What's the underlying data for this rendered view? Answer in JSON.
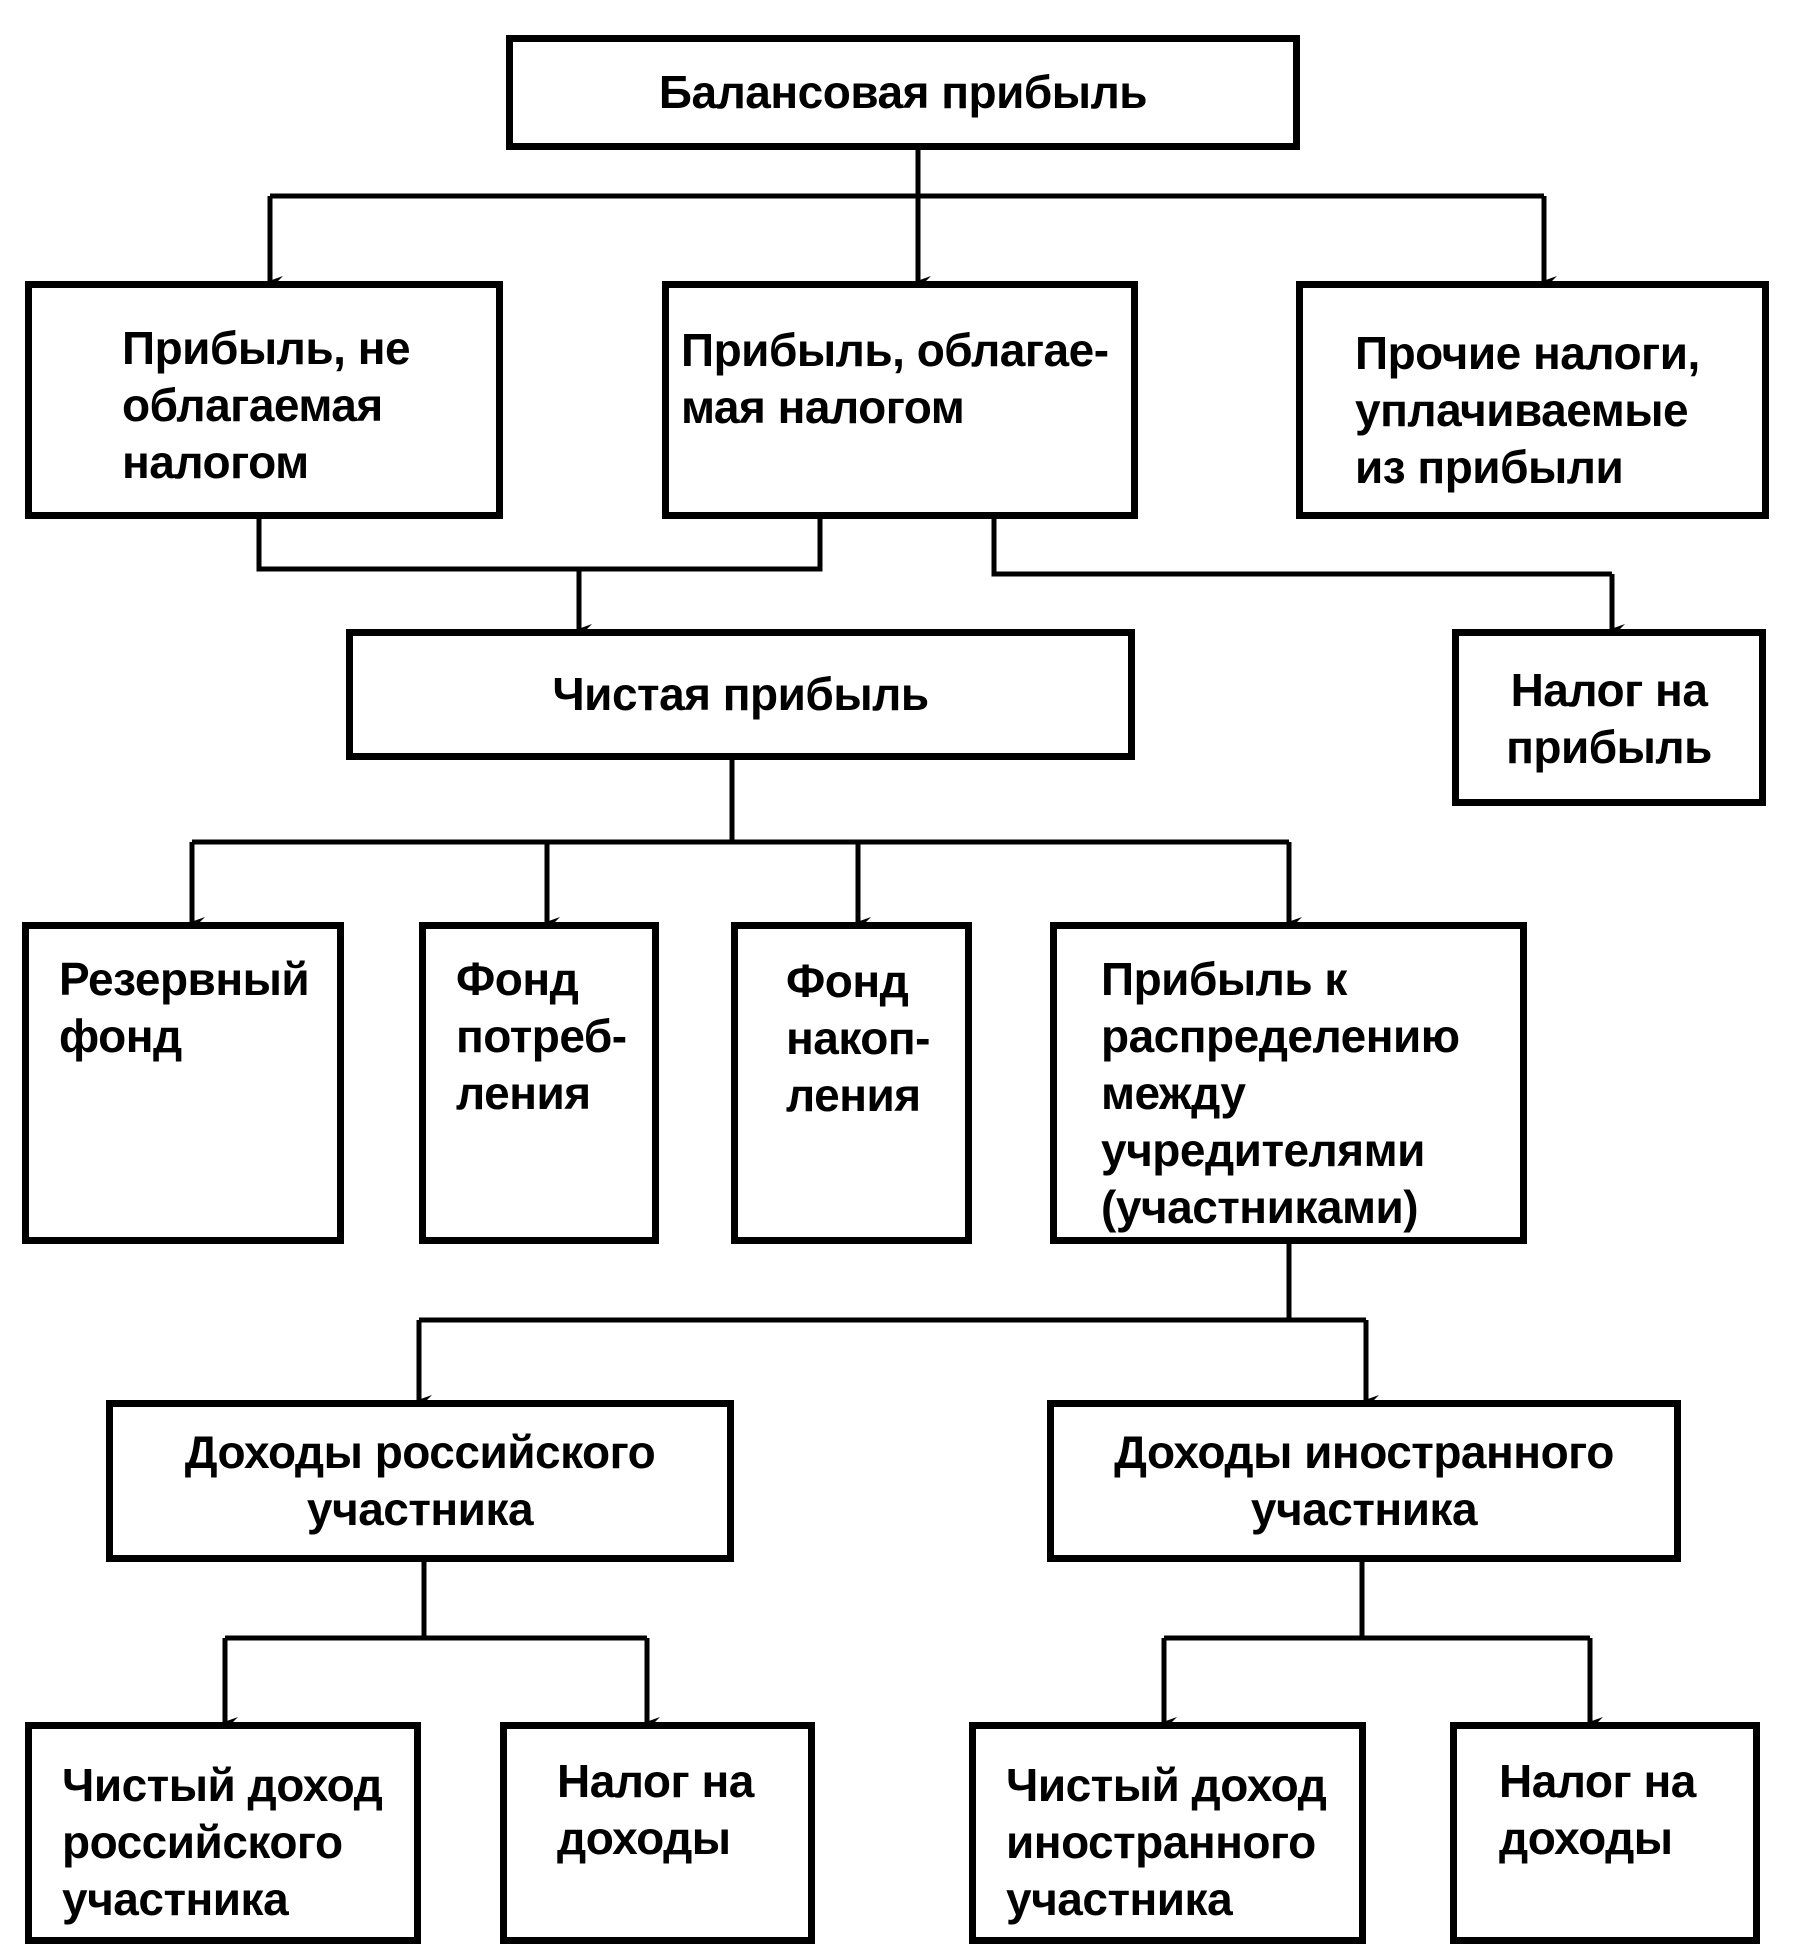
{
  "diagram": {
    "type": "flowchart",
    "nodes": {
      "balance_profit": "Балансовая прибыль",
      "non_taxable_profit": "Прибыль, не\nоблагаемая\nналогом",
      "taxable_profit": "Прибыль, облагае-\nмая налогом",
      "other_taxes": "Прочие налоги,\nуплачиваемые\nиз прибыли",
      "net_profit": "Чистая прибыль",
      "profit_tax": "Налог на\nприбыль",
      "reserve_fund": "Резервный\nфонд",
      "consumption_fund": "Фонд\nпотреб-\nления",
      "accumulation_fund": "Фонд\nнакоп-\nления",
      "profit_distribution": "Прибыль к\nраспределению\nмежду\nучредителями\n(участниками)",
      "russian_income": "Доходы российского\nучастника",
      "foreign_income": "Доходы иностранного\nучастника",
      "russian_net_income": "Чистый доход\nроссийского\nучастника",
      "russian_income_tax": "Налог на\nдоходы",
      "foreign_net_income": "Чистый доход\nиностранного\nучастника",
      "foreign_income_tax": "Налог на\nдоходы"
    },
    "edges": [
      [
        "balance_profit",
        "non_taxable_profit"
      ],
      [
        "balance_profit",
        "taxable_profit"
      ],
      [
        "balance_profit",
        "other_taxes"
      ],
      [
        "non_taxable_profit",
        "net_profit"
      ],
      [
        "taxable_profit",
        "net_profit"
      ],
      [
        "taxable_profit",
        "profit_tax"
      ],
      [
        "net_profit",
        "reserve_fund"
      ],
      [
        "net_profit",
        "consumption_fund"
      ],
      [
        "net_profit",
        "accumulation_fund"
      ],
      [
        "net_profit",
        "profit_distribution"
      ],
      [
        "profit_distribution",
        "russian_income"
      ],
      [
        "profit_distribution",
        "foreign_income"
      ],
      [
        "russian_income",
        "russian_net_income"
      ],
      [
        "russian_income",
        "russian_income_tax"
      ],
      [
        "foreign_income",
        "foreign_net_income"
      ],
      [
        "foreign_income",
        "foreign_income_tax"
      ]
    ],
    "colors": {
      "stroke": "#000000",
      "background": "#ffffff"
    }
  }
}
